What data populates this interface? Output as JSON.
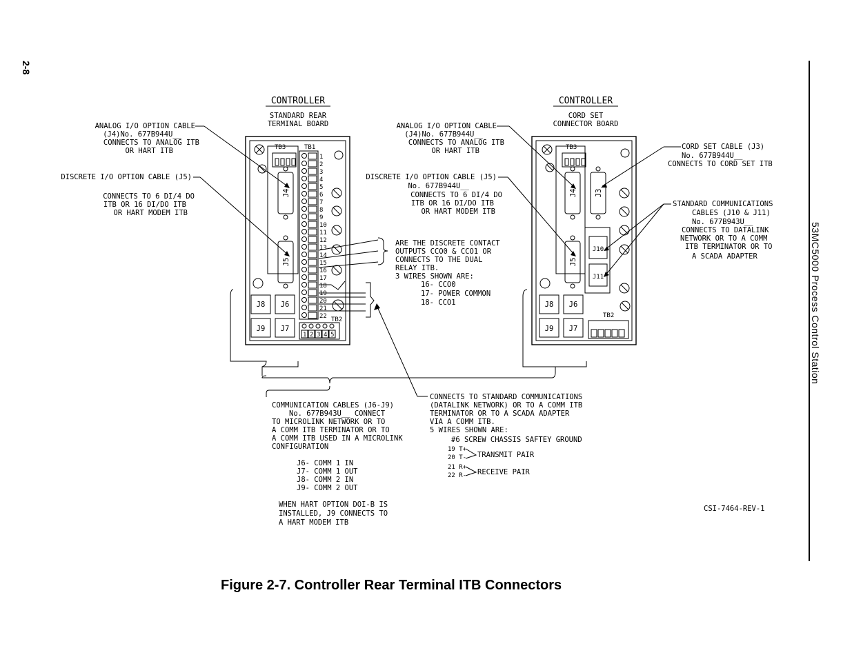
{
  "page": {
    "page_number": "2-8",
    "running_title": "53MC5000 Process Control Station",
    "figure_caption": "Figure 2-7.  Controller Rear Terminal ITB Connectors",
    "drawing_id": "CSI-7464-REV-1"
  },
  "left_panel": {
    "header": "CONTROLLER",
    "subheader_1": "STANDARD REAR",
    "subheader_2": "TERMINAL BOARD",
    "tb3": "TB3",
    "tb1": "TB1",
    "tb2": "TB2",
    "j4": "J4",
    "j5": "J5",
    "j6": "J6",
    "j7": "J7",
    "j8": "J8",
    "j9": "J9",
    "terminals": [
      "1",
      "2",
      "3",
      "4",
      "5",
      "6",
      "7",
      "8",
      "9",
      "10",
      "11",
      "12",
      "13",
      "14",
      "15",
      "16",
      "17",
      "18",
      "19",
      "20",
      "21",
      "22"
    ],
    "tb2_terminals": [
      "1",
      "2",
      "3",
      "4",
      "5"
    ]
  },
  "right_panel": {
    "header": "CONTROLLER",
    "subheader_1": "CORD SET",
    "subheader_2": "CONNECTOR BOARD",
    "tb3": "TB3",
    "tb2": "TB2",
    "j3": "J3",
    "j4": "J4",
    "j5": "J5",
    "j6": "J6",
    "j7": "J7",
    "j8": "J8",
    "j9": "J9",
    "j10": "J10",
    "j11": "J11"
  },
  "callouts": {
    "analog_left": [
      "ANALOG I/O OPTION CABLE",
      "(J4)No. 677B944U__",
      "CONNECTS TO ANALOG ITB",
      "OR HART ITB"
    ],
    "discrete_left_1": "DISCRETE I/O OPTION CABLE (J5)",
    "discrete_left_2": [
      "CONNECTS TO 6 DI/4 DO",
      "ITB OR 16 DI/DO ITB",
      "OR HART MODEM ITB"
    ],
    "analog_mid": [
      "ANALOG I/O OPTION CABLE",
      "(J4)No. 677B944U__",
      "CONNECTS TO ANALOG ITB",
      "OR HART ITB"
    ],
    "discrete_mid": [
      "DISCRETE I/O OPTION CABLE (J5)",
      "No. 677B944U__",
      "CONNECTS TO 6 DI/4 DO",
      "ITB OR 16 DI/DO ITB",
      "OR HART MODEM ITB"
    ],
    "cord_set": [
      "CORD SET CABLE (J3)",
      "No. 677B944U__",
      "CONNECTS TO CORD  SET ITB"
    ],
    "std_comm": [
      "STANDARD COMMUNICATIONS",
      "CABLES (J10 & J11)",
      "No. 677B943U__",
      "CONNECTS TO DATALINK",
      "NETWORK OR TO A COMM",
      "ITB TERMINATOR OR TO",
      "A SCADA ADAPTER"
    ],
    "discrete_contacts": [
      "ARE THE DISCRETE CONTACT",
      "OUTPUTS CCO0 & CCO1 OR",
      "CONNECTS TO THE DUAL",
      "RELAY ITB.",
      "3 WIRES SHOWN ARE:",
      "16- CCO0",
      "17- POWER COMMON",
      "18- CCO1"
    ],
    "comm_cables": [
      "COMMUNICATION CABLES (J6-J9)",
      "No. 677B943U__ CONNECT",
      "TO MICROLINK NETWORK OR TO",
      "A COMM ITB TERMINATOR OR TO",
      "A COMM ITB USED IN A MICROLINK",
      "CONFIGURATION"
    ],
    "comm_list": [
      "J6- COMM 1 IN",
      "J7- COMM 1 OUT",
      "J8- COMM 2 IN",
      "J9- COMM 2 OUT"
    ],
    "hart_note": [
      "WHEN HART OPTION DOI-B IS",
      "INSTALLED, J9 CONNECTS TO",
      "A HART MODEM ITB"
    ],
    "std_comm_conn": [
      "CONNECTS TO STANDARD COMMUNICATIONS",
      "(DATALINK NETWORK) OR TO A COMM ITB",
      "TERMINATOR OR TO A SCADA ADAPTER",
      "VIA A COMM ITB.",
      "5 WIRES SHOWN ARE:",
      "#6 SCREW CHASSIS SAFTEY GROUND"
    ],
    "pairs": [
      "19 T+",
      "20 T-",
      "21 R+",
      "22 R-"
    ],
    "transmit_pair": "TRANSMIT PAIR",
    "receive_pair": "RECEIVE PAIR"
  }
}
